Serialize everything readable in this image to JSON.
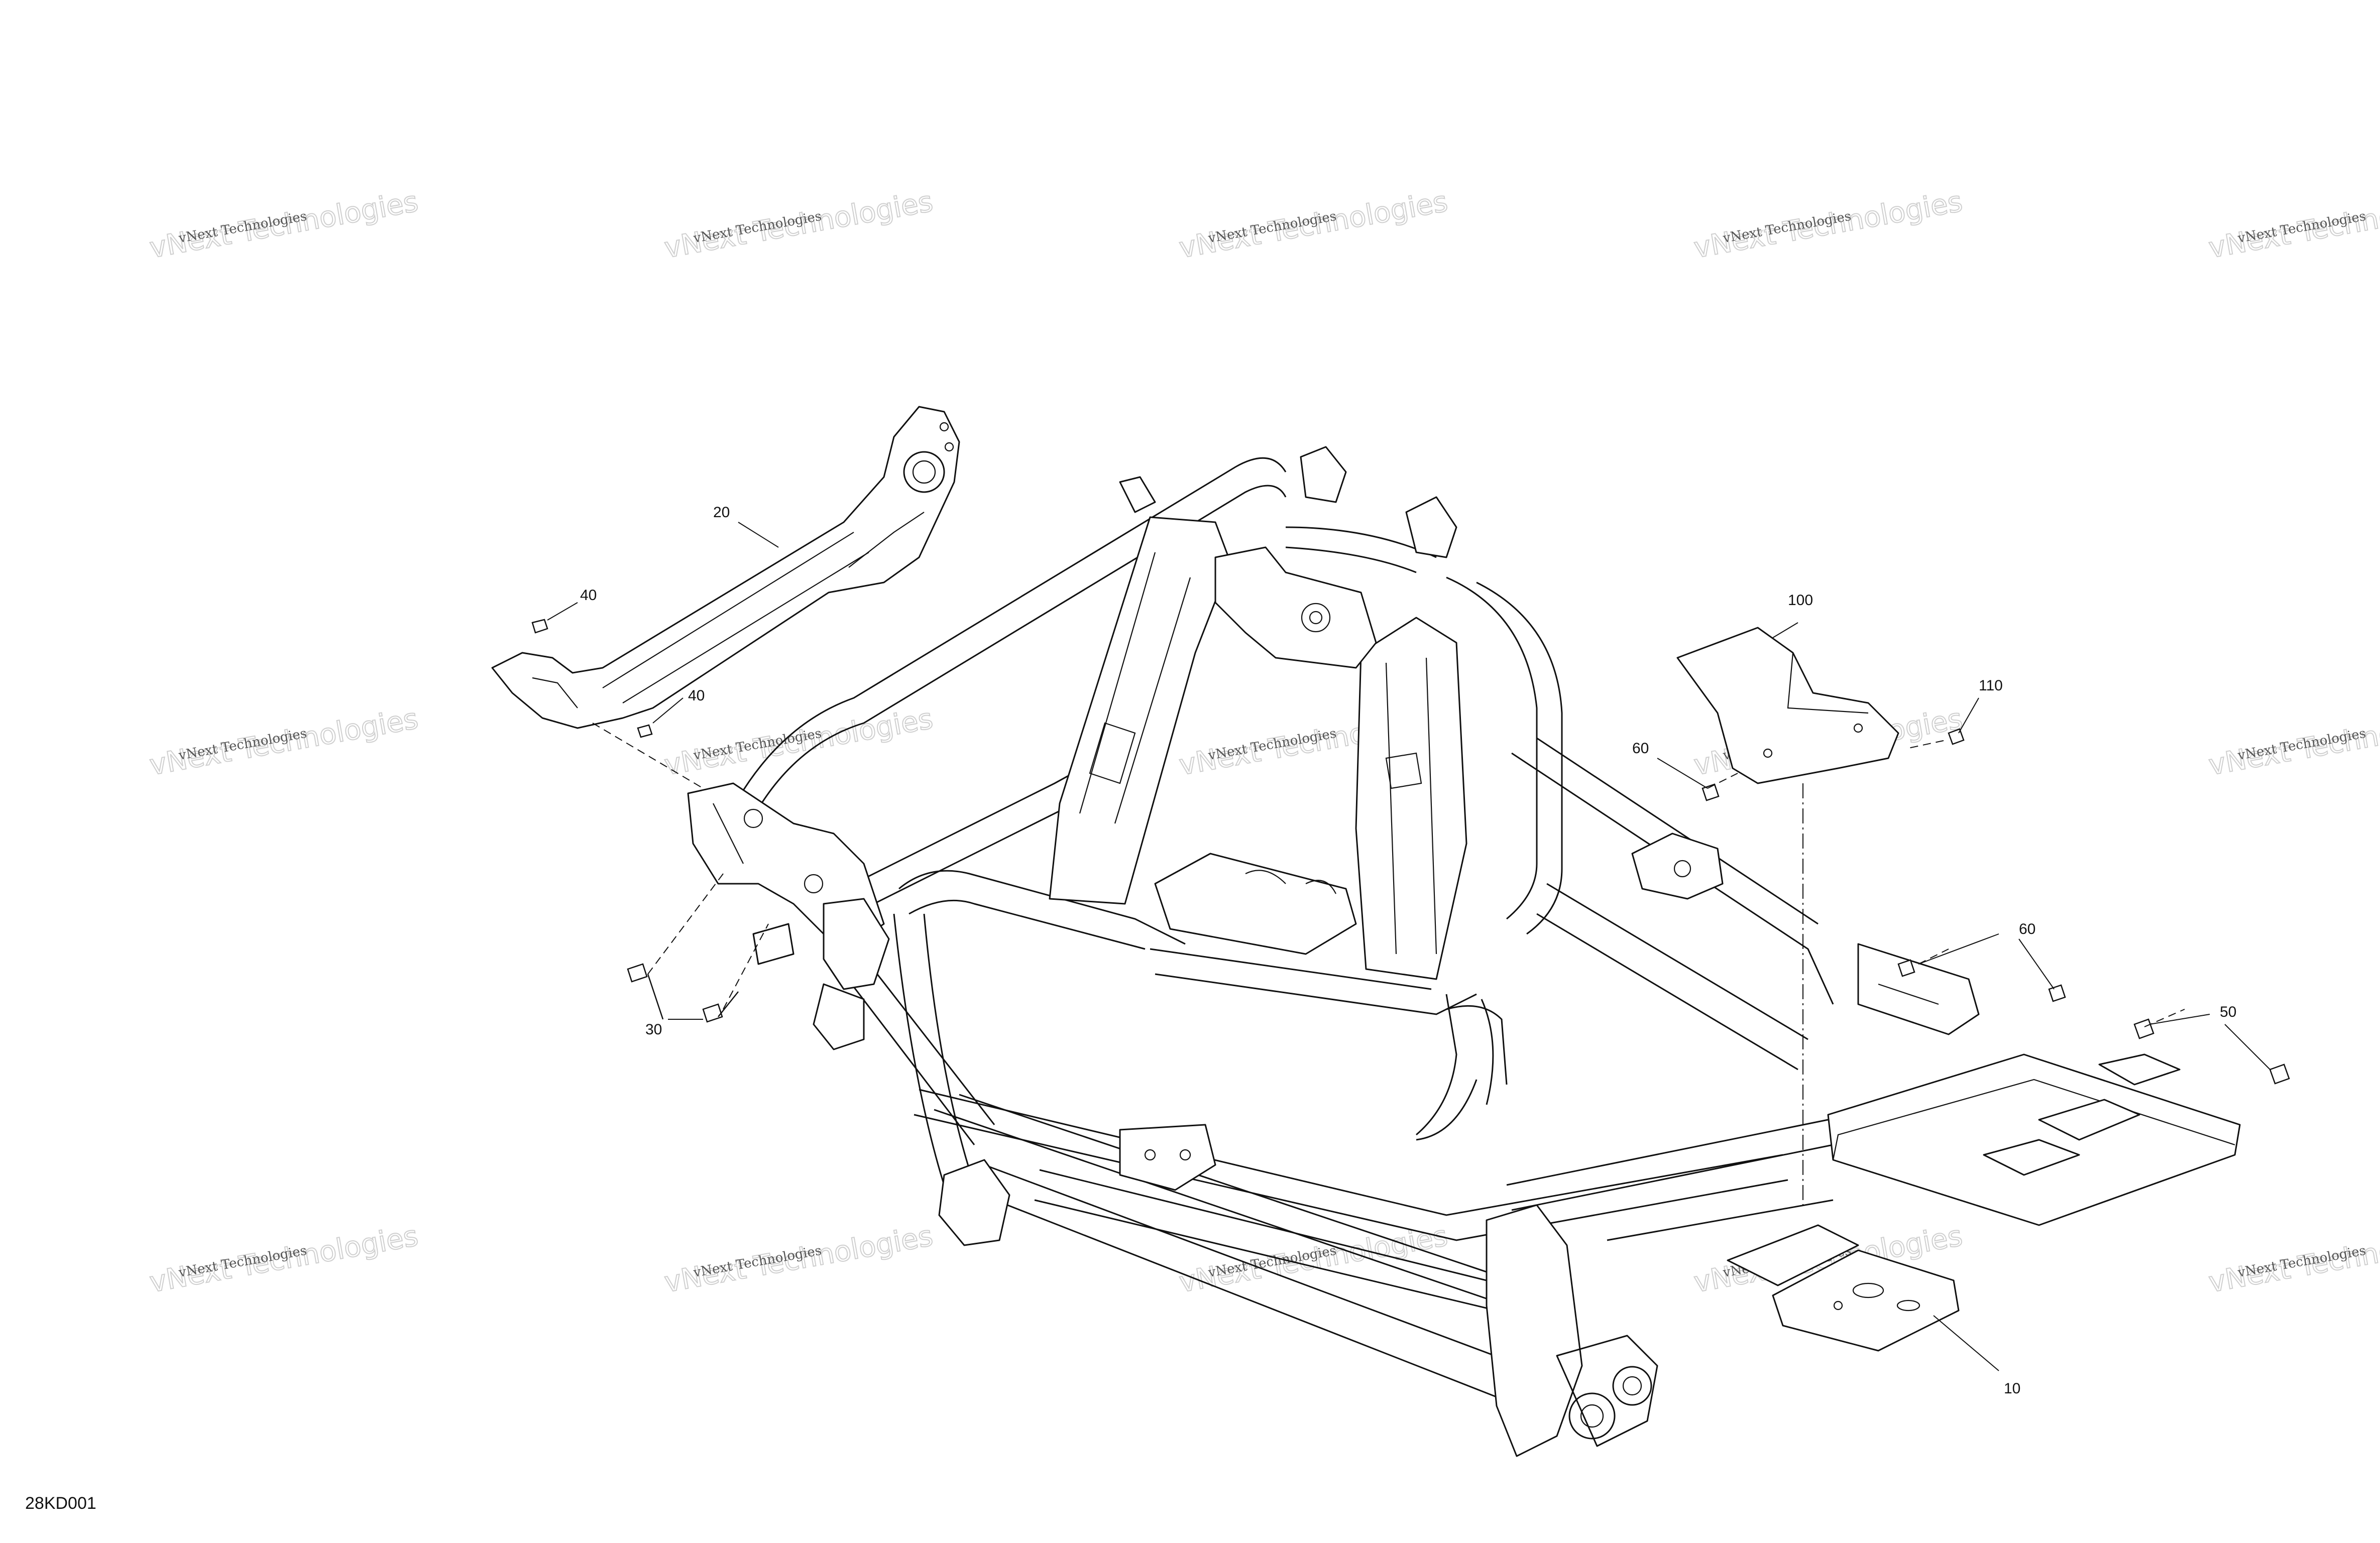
{
  "figure_code": "28KD001",
  "watermark": {
    "text_small": "vNext Technologies",
    "text_big": "vNext Technologies"
  },
  "callouts": {
    "c10": "10",
    "c20": "20",
    "c30": "30",
    "c40a": "40",
    "c40b": "40",
    "c50": "50",
    "c60a": "60",
    "c60b": "60",
    "c100": "100",
    "c110": "110"
  },
  "colors": {
    "line": "#111111",
    "background": "#ffffff",
    "watermark": "#cfcfcf"
  }
}
